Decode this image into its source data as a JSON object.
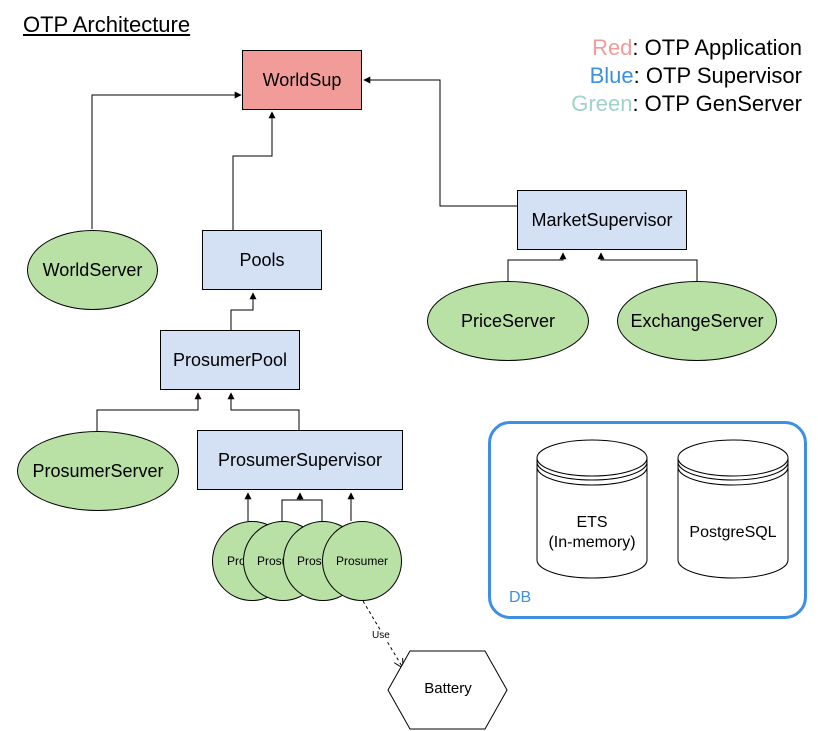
{
  "title": "OTP Architecture",
  "legend": [
    {
      "color_word": "Red",
      "desc": ": OTP Application",
      "color": "#f19c99"
    },
    {
      "color_word": "Blue",
      "desc": ": OTP Supervisor",
      "color": "#3d8fe4"
    },
    {
      "color_word": "Green",
      "desc": ": OTP GenServer",
      "color": "#9fd3c7"
    }
  ],
  "nodes": {
    "world_sup": "WorldSup",
    "world_server": "WorldServer",
    "pools": "Pools",
    "market_supervisor": "MarketSupervisor",
    "price_server": "PriceServer",
    "exchange_server": "ExchangeServer",
    "prosumer_pool": "ProsumerPool",
    "prosumer_server": "ProsumerServer",
    "prosumer_supervisor": "ProsumerSupervisor",
    "prosumers": [
      "Prosumer",
      "Prosumer",
      "Prosumer",
      "Prosumer"
    ],
    "battery": "Battery"
  },
  "edge_label_use": "Use",
  "db": {
    "label": "DB",
    "ets_line1": "ETS",
    "ets_line2": "(In-memory)",
    "postgres": "PostgreSQL"
  },
  "colors": {
    "application": "#f19c99",
    "supervisor": "#d4e1f5",
    "genserver": "#b9e0a5",
    "db_frame": "#3d8fe4"
  }
}
